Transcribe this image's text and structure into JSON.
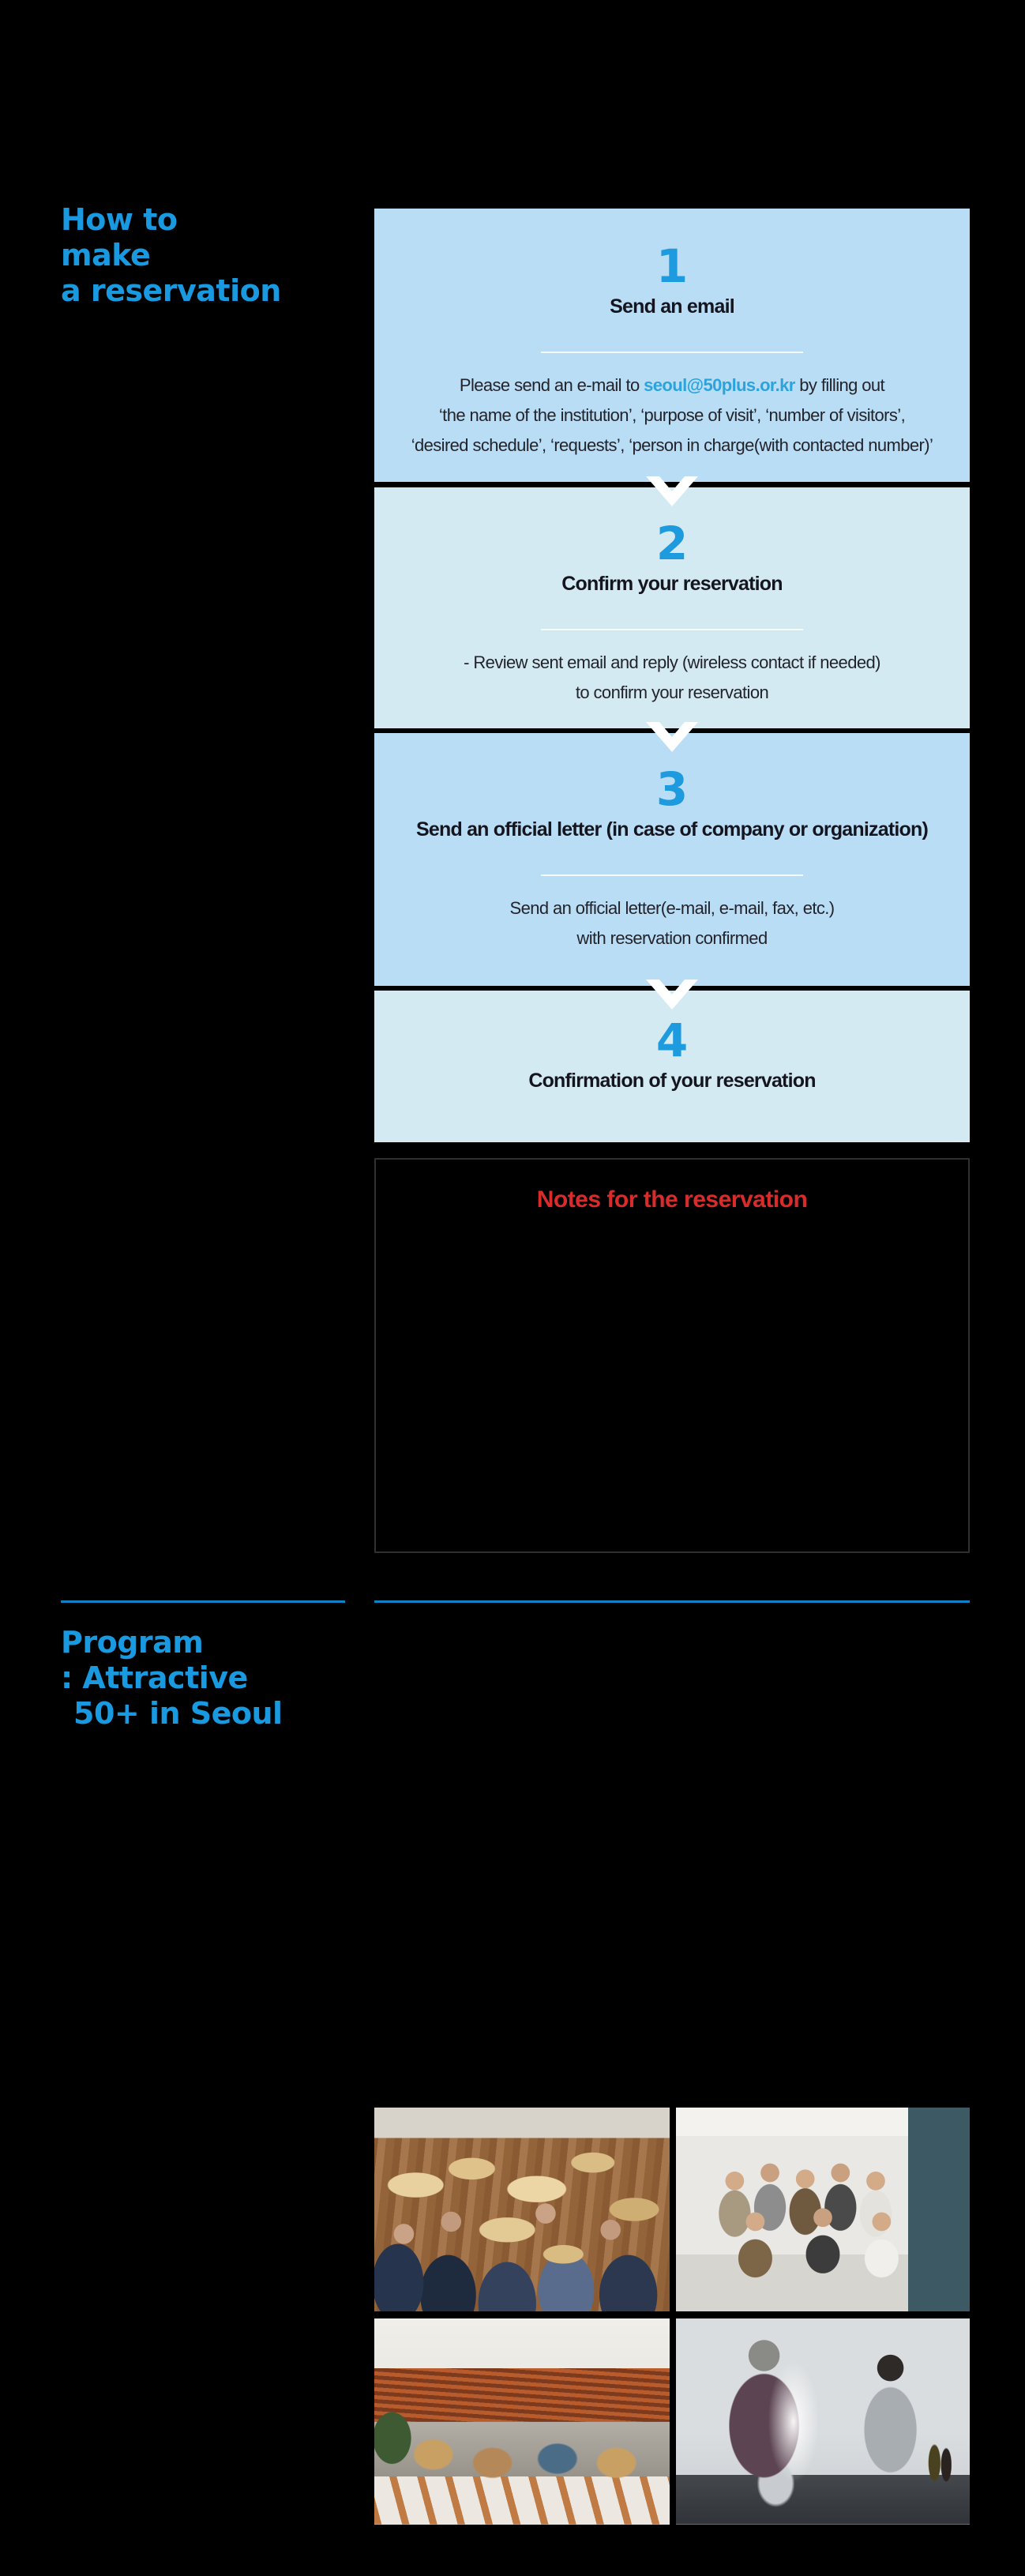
{
  "colors": {
    "accent_blue": "#1899e0",
    "number_blue": "#1e9ade",
    "email_blue": "#2ba3dd",
    "alert_red": "#da2b2b",
    "box_light": "#b9ddf5",
    "box_lighter": "#d4eaf2",
    "divider_blue": "#0f82c6"
  },
  "how_to": {
    "heading_lines": [
      "How to",
      "make",
      "a reservation"
    ],
    "steps": [
      {
        "number": "1",
        "title": "Send an email",
        "body_prefix": "Please send an e-mail to ",
        "email": "seoul@50plus.or.kr",
        "body_suffix": " by filling out",
        "body_line2": "‘the name of the institution’, ‘purpose of visit’, ‘number of visitors’,",
        "body_line3": "‘desired schedule’, ‘requests’, ‘person in charge(with contacted number)’"
      },
      {
        "number": "2",
        "title": "Confirm your reservation",
        "body_line1": "- Review sent email and reply (wireless contact if needed)",
        "body_line2": "to confirm your reservation"
      },
      {
        "number": "3",
        "title": "Send an official letter (in case of company or organization)",
        "body_line1": "Send an official letter(e-mail, e-mail, fax, etc.)",
        "body_line2": "with reservation confirmed"
      },
      {
        "number": "4",
        "title": "Confirmation of your reservation"
      }
    ]
  },
  "notes": {
    "title": "Notes for the reservation"
  },
  "program": {
    "heading_lines": [
      "Program",
      ": Attractive",
      "50+ in Seoul"
    ]
  },
  "photos": {
    "items": [
      {
        "name": "hat-toss-photo",
        "desc": "Participants tossing straw hats in a wooden-floor hall"
      },
      {
        "name": "group-photo",
        "desc": "Group photo of program members at the 50+ center"
      },
      {
        "name": "lounge-photo",
        "desc": "Modern lounge interior with curved wood-slat balcony"
      },
      {
        "name": "cooking-photo",
        "desc": "Cooking class with a steaming pot on the counter"
      }
    ]
  }
}
